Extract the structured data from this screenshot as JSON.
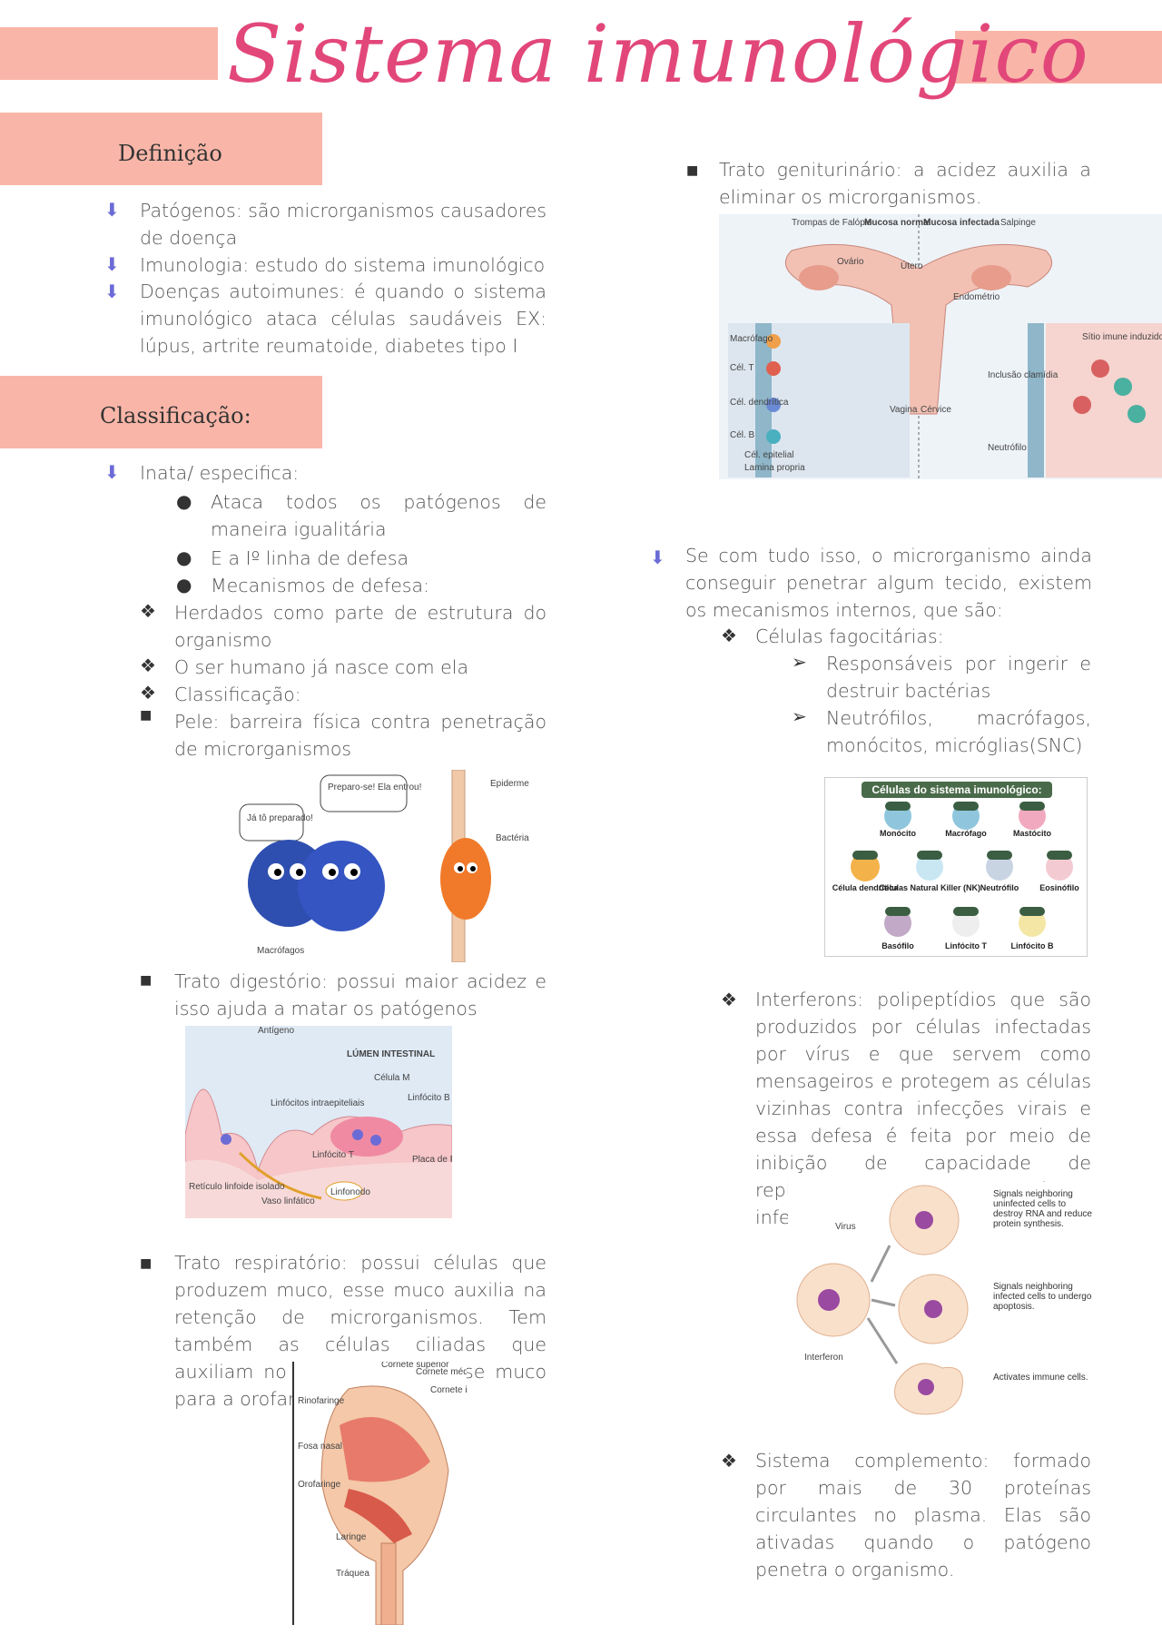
{
  "title": "Sistema imunológico",
  "sections": {
    "definicao": "Definição",
    "classificacao": "Classificação:"
  },
  "definicao_items": [
    "Patógenos: são microrganismos causadores de doença",
    "Imunologia: estudo do sistema imunológico",
    "Doenças autoimunes: é quando o sistema imunológico ataca células saudáveis EX: lúpus, artrite reumatoide, diabetes tipo I"
  ],
  "classificacao": {
    "inata": "Inata/ especifica:",
    "inata_bullets": [
      "Ataca todos os patógenos de maneira igualitária",
      "E a Iº linha de defesa",
      "Mecanismos de defesa:"
    ],
    "diamond_items": [
      "Herdados como parte de estrutura do organismo",
      "O ser humano já nasce com ela",
      "Classificação:"
    ],
    "pele": "Pele: barreira física contra penetração de microrganismos",
    "digestorio": "Trato digestório: possui maior acidez e isso ajuda a matar os patógenos",
    "respiratorio": "Trato respiratório: possui células que produzem muco, esse muco auxilia na retenção de microrganismos. Tem também as células ciliadas que auxiliam no deslizamento desse muco para a orofaringe",
    "geniturinario": "Trato geniturinário: a acidez auxilia a eliminar os microrganismos."
  },
  "internos": {
    "intro": "Se com tudo isso, o microrganismo ainda conseguir penetrar algum tecido, existem os mecanismos internos, que são:",
    "fagocitarias": "Células fagocitárias:",
    "fagocitarias_items": [
      "Responsáveis por ingerir e destruir bactérias",
      "Neutrófilos, macrófagos, monócitos, micróglias(SNC)"
    ],
    "interferons": "Interferons: polipeptídios que são produzidos por células infectadas por vírus e que servem como mensageiros e protegem as células vizinhas contra infecções virais e essa defesa é feita por meio de inibição de capacidade de replicação viral nas células infectadas.",
    "complemento": "Sistema complemento: formado por mais de 30 proteínas circulantes no plasma. Elas são ativadas quando o patógeno penetra o organismo."
  },
  "figures": {
    "macrofagos": {
      "speech1": "Já tô preparado!",
      "speech2": "Preparo-se! Ela entrou!",
      "epiderme": "Epiderme",
      "bacteria": "Bactéria",
      "macrofagos": "Macrófagos"
    },
    "intestino": {
      "antigeno": "Antígeno",
      "lumen": "LÚMEN INTESTINAL",
      "celula_m": "Célula M",
      "linfocito_b": "Linfócito B",
      "linfocito_t": "Linfócito T",
      "linfocitos_intra": "Linfócitos intraepiteliais",
      "placa": "Placa de Peyer",
      "linfonodo": "Linfonodo",
      "vaso": "Vaso linfático",
      "reticulo": "Retículo linfoide isolado"
    },
    "respiratorio": {
      "cornete_sup": "Cornete superior",
      "cornete_med": "Cornete médio",
      "cornete_inf": "Cornete inferior",
      "rinofaringe": "Rinofaringe",
      "fosa": "Fosa nasal",
      "orofaringe": "Orofaringe",
      "laringe": "Laringe",
      "traqueia": "Tráquea"
    },
    "utero": {
      "normal": "Mucosa normal",
      "infectada": "Mucosa infectada",
      "trompas": "Trompas de Falópio",
      "ovario": "Ovário",
      "utero": "Útero",
      "salpinge": "Salpinge",
      "endometrio": "Endométrio",
      "vagina": "Vagina",
      "cervice": "Cérvice",
      "macrofago": "Macrófago",
      "cel_t": "Cél. T",
      "cel_dendritica": "Cél. dendrítica",
      "cel_b": "Cél. B",
      "cel_epitelial": "Cél. epitelial",
      "lamina": "Lamina propria",
      "sitio": "Sítio imune induzido",
      "inclusao": "Inclusão clamídia",
      "neutrofilo": "Neutrófilo"
    },
    "celulas": {
      "title": "Células do sistema imunológico:",
      "names": [
        "Monócito",
        "Macrófago",
        "Mastócito",
        "Célula dendrítica",
        "Células Natural Killer (NK)",
        "Neutrófilo",
        "Eosinófilo",
        "Basófilo",
        "Linfócito T",
        "Linfócito B"
      ]
    },
    "virus": {
      "virus": "Virus",
      "interferon": "Interferon",
      "signal1": "Signals neighboring uninfected cells to destroy RNA and reduce protein synthesis.",
      "signal2": "Signals neighboring infected cells to undergo apoptosis.",
      "signal3": "Activates immune cells."
    }
  },
  "colors": {
    "accent": "#f9b6a8",
    "title": "#e2477a"
  }
}
